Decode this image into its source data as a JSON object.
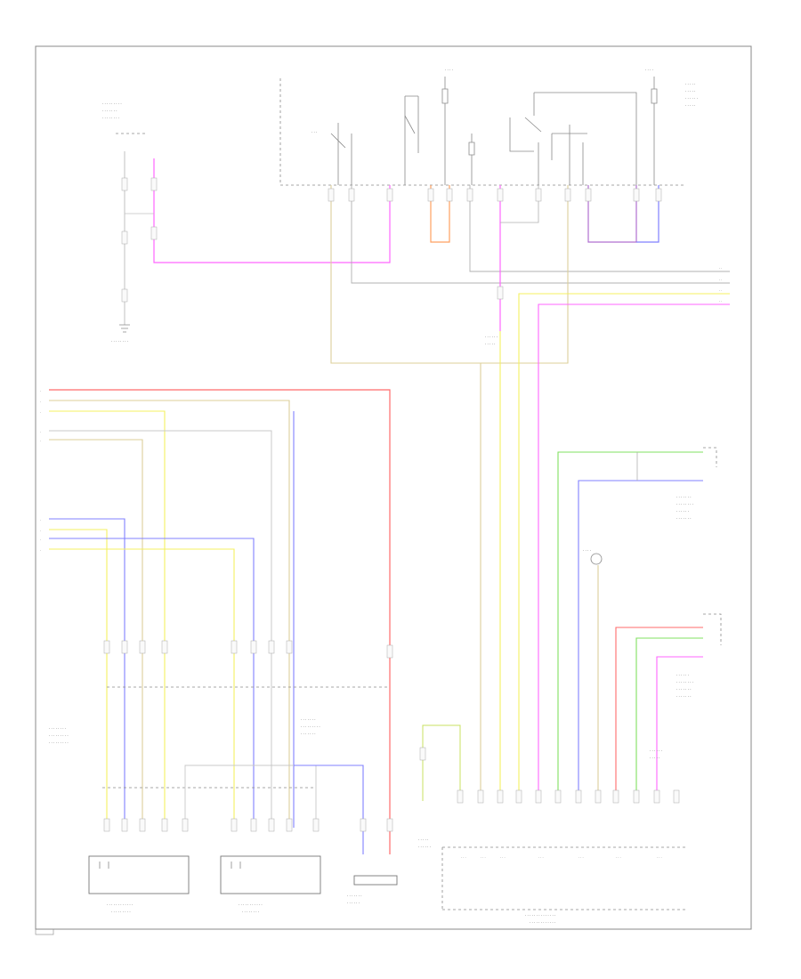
{
  "colors": {
    "frame": "#888888",
    "pink": "#ff66ff",
    "red": "#ff6b6b",
    "yellow": "#f4f060",
    "tan": "#dccf9a",
    "blue": "#8080ff",
    "green": "#80e060",
    "gray": "#c0c0c0",
    "orange": "#ffa060",
    "purple": "#b070d0"
  },
  "icons": [
    "ground-symbol",
    "connector-pin",
    "splice-dot",
    "switch-contact",
    "relay-coil"
  ]
}
